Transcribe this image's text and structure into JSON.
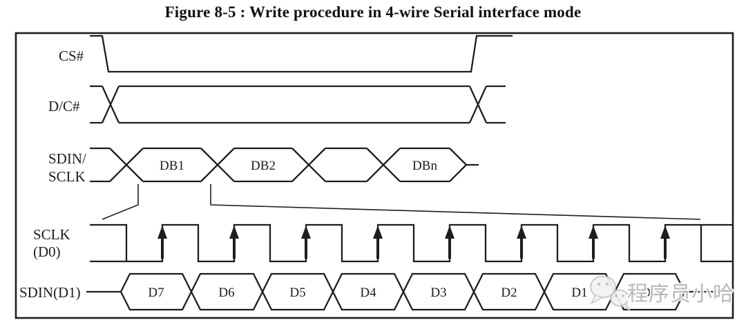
{
  "figure": {
    "title": "Figure 8-5 : Write procedure in 4-wire Serial interface mode",
    "type": "timing-diagram"
  },
  "signals": {
    "cs": {
      "label": "CS#",
      "waveform": "high, falls low at start of transfer, returns high at end"
    },
    "dc": {
      "label": "D/C#",
      "waveform": "bus valid for whole transfer, transitions at both ends"
    },
    "sdin_sclk": {
      "label_line1": "SDIN/",
      "label_line2": "SCLK",
      "waveform": "byte frames DB1, DB2, ..., DBn"
    },
    "sclk_d0": {
      "label_line1": "SCLK",
      "label_line2": "(D0)",
      "waveform": "8 clock pulses, data latched on rising edges"
    },
    "sdin_d1": {
      "label": "SDIN(D1)",
      "waveform": "bits D7..D0, MSB first"
    }
  },
  "byte_frames": {
    "db1": "DB1",
    "db2": "DB2",
    "db3": "",
    "dbn": "DBn"
  },
  "bits": [
    "D7",
    "D6",
    "D5",
    "D4",
    "D3",
    "D2",
    "D1",
    "D0"
  ],
  "clock": {
    "rising_edge_arrows": 8
  },
  "watermark": {
    "text": "程序员小哈",
    "icon": "wechat-icon"
  },
  "colors": {
    "line": "#1d1d1d",
    "background": "#ffffff",
    "watermark": "#b5b5b5"
  }
}
